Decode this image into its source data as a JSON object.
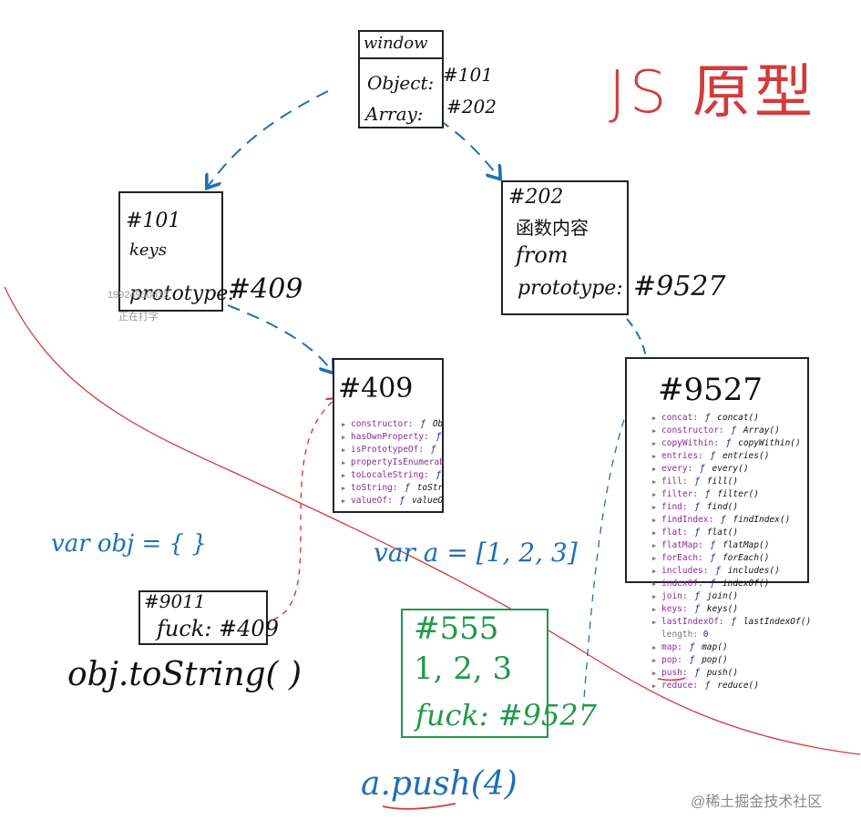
{
  "title": "JS 原型",
  "window_box": {
    "header": "window",
    "rows": [
      "Object:",
      "Array:"
    ],
    "refs": [
      "#101",
      "#202"
    ]
  },
  "box_101": {
    "id": "#101",
    "line": "keys",
    "proto": "prototype:",
    "ref": "#409"
  },
  "box_202": {
    "id": "#202",
    "line1": "函数内容",
    "line2": "from",
    "proto": "prototype:",
    "ref": "#9527"
  },
  "box_409": {
    "id": "#409",
    "items": [
      {
        "key": "constructor",
        "val": "Obj"
      },
      {
        "key": "hasOwnProperty",
        "val": ""
      },
      {
        "key": "isPrototypeOf",
        "val": "i"
      },
      {
        "key": "propertyIsEnumerab",
        "val": ""
      },
      {
        "key": "toLocaleString",
        "val": ""
      },
      {
        "key": "toString",
        "val": "toStri"
      },
      {
        "key": "valueOf",
        "val": "valueOf"
      }
    ]
  },
  "box_9527": {
    "id": "#9527",
    "items": [
      {
        "key": "concat",
        "val": "concat()"
      },
      {
        "key": "constructor",
        "val": "Array()"
      },
      {
        "key": "copyWithin",
        "val": "copyWithin()"
      },
      {
        "key": "entries",
        "val": "entries()"
      },
      {
        "key": "every",
        "val": "every()"
      },
      {
        "key": "fill",
        "val": "fill()"
      },
      {
        "key": "filter",
        "val": "filter()"
      },
      {
        "key": "find",
        "val": "find()"
      },
      {
        "key": "findIndex",
        "val": "findIndex()"
      },
      {
        "key": "flat",
        "val": "flat()"
      },
      {
        "key": "flatMap",
        "val": "flatMap()"
      },
      {
        "key": "forEach",
        "val": "forEach()"
      },
      {
        "key": "includes",
        "val": "includes()"
      },
      {
        "key": "indexOf",
        "val": "indexOf()"
      },
      {
        "key": "join",
        "val": "join()"
      },
      {
        "key": "keys",
        "val": "keys()"
      },
      {
        "key": "lastIndexOf",
        "val": "lastIndexOf()"
      },
      {
        "key": "length",
        "val": "0"
      },
      {
        "key": "map",
        "val": "map()"
      },
      {
        "key": "pop",
        "val": "pop()"
      },
      {
        "key": "push",
        "val": "push()"
      },
      {
        "key": "reduce",
        "val": "reduce()"
      }
    ]
  },
  "f_symbol": "ƒ",
  "var_obj": "var obj = { }",
  "box_9011": {
    "id": "#9011",
    "line": "fuck: #409"
  },
  "obj_call": "obj.toString( )",
  "var_a": "var a = [1, 2, 3]",
  "box_555": {
    "id": "#555",
    "line1": "1, 2, 3",
    "line2": "fuck: #9527"
  },
  "a_call": "a.push(4)",
  "watermark_small": [
    "19924930933",
    "正在打字"
  ],
  "watermark": "@稀土掘金技术社区",
  "colors": {
    "ink": "#111111",
    "blue": "#1f6fb5",
    "red": "#d33b3b",
    "green": "#1f9a4a"
  }
}
